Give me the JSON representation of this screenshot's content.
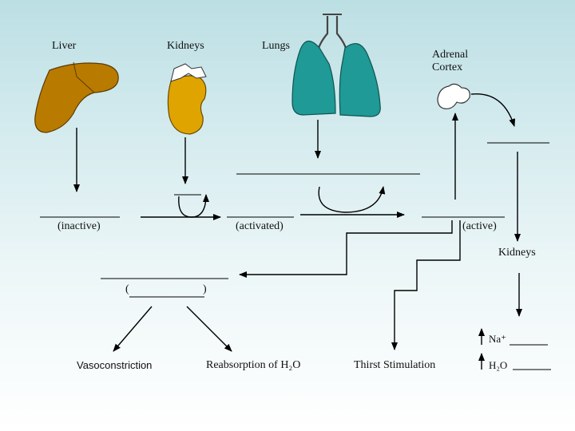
{
  "organs": {
    "liver": "Liver",
    "kidneys": "Kidneys",
    "lungs": "Lungs",
    "adrenal_line1": "Adrenal",
    "adrenal_line2": "Cortex"
  },
  "states": {
    "inactive": "(inactive)",
    "activated": "(activated)",
    "active": "(active)"
  },
  "kidneys_right": "Kidneys",
  "bracket": {
    "open": "(",
    "close": ")"
  },
  "effects": {
    "vasoconstriction": "Vasoconstriction",
    "reabsorption": "Reabsorption of H₂O",
    "thirst": "Thirst Stimulation"
  },
  "indicators": {
    "sodium": "Na⁺",
    "water": "H₂O"
  },
  "colors": {
    "liver": "#b97a00",
    "kidney": "#e0a400",
    "lungs": "#1f9a96",
    "line": "#000000"
  }
}
